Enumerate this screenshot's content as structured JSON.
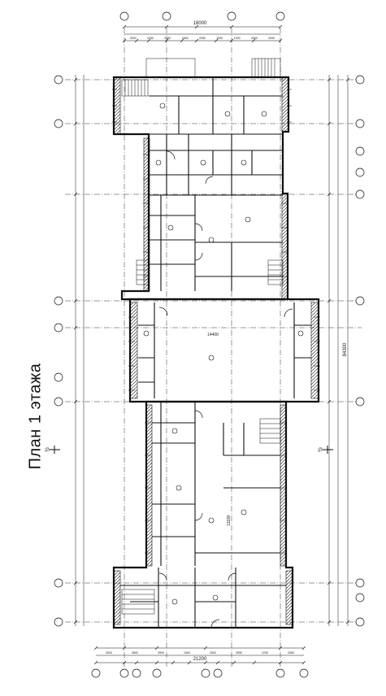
{
  "title": "План 1 этажа",
  "overall_dimensions": {
    "top_width": "18000",
    "bottom_width": "21200",
    "right_height": "84300"
  },
  "room_labels": {
    "hall_width": "14400",
    "south_hall_length": "11180"
  },
  "top_segments": [
    "2000",
    "2250",
    "2550",
    "1600",
    "2050",
    "1500",
    "1000",
    "4500",
    "2000"
  ],
  "bottom_segments": [
    "3000",
    "3800",
    "3500",
    "1500",
    "2500",
    "2550",
    "2200",
    "2550"
  ],
  "left_axis_marks": [
    "½",
    "½"
  ],
  "colors": {
    "line": "#111111",
    "paper": "#ffffff",
    "title": "#111111"
  }
}
